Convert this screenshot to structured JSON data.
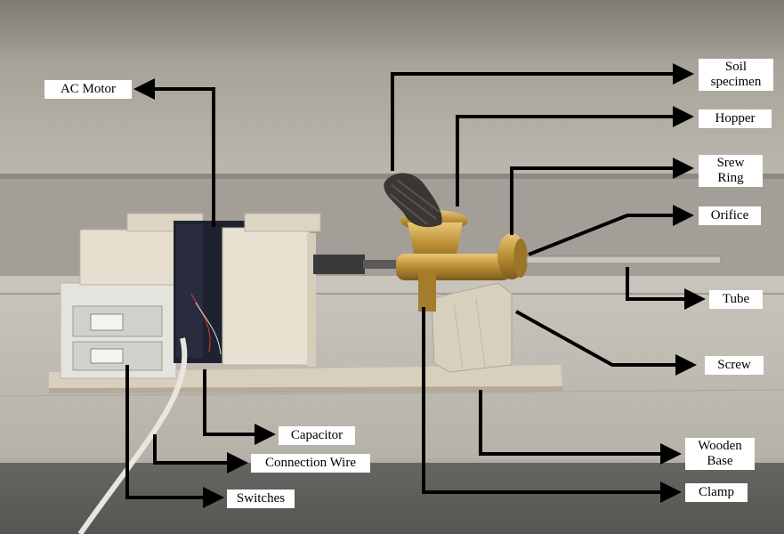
{
  "figure": {
    "labels": {
      "ac_motor": "AC Motor",
      "soil_specimen": [
        "Soil",
        "specimen"
      ],
      "hopper": "Hopper",
      "screw_ring": [
        "Srew",
        "Ring"
      ],
      "orifice": "Orifice",
      "tube": "Tube",
      "screw": "Screw",
      "wooden_base": [
        "Wooden",
        "Base"
      ],
      "clamp": "Clamp",
      "capacitor": "Capacitor",
      "connection_wire": "Connection Wire",
      "switches": "Switches"
    },
    "colors": {
      "arrow": "#000000",
      "label_bg": "#ffffff",
      "wood": "#dcd3c2",
      "motor": "#1e2230",
      "brass": "#c9a24a"
    }
  }
}
